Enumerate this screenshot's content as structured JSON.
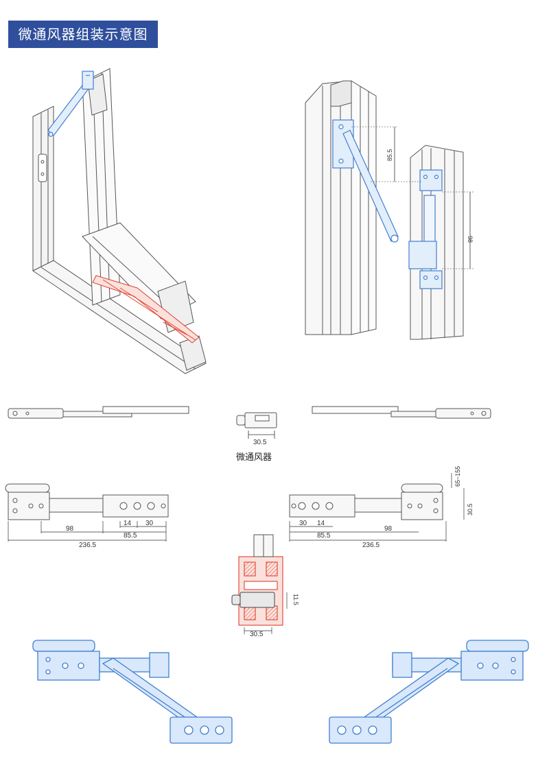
{
  "title": "微通风器组装示意图",
  "caption": "微通风器",
  "colors": {
    "title_bg": "#2f4f9c",
    "title_text": "#ffffff",
    "line": "#555555",
    "blue_part": "#3f7fd1",
    "blue_fill": "#d9e8fa",
    "red_section": "#e0402e"
  },
  "frame_dims": {
    "top": "85.5",
    "bottom": "98"
  },
  "center_dim": "30.5",
  "left_dims": {
    "d1": "98",
    "d2": "85.5",
    "d3": "14",
    "d4": "30",
    "total": "236.5"
  },
  "right_dims": {
    "d1": "30",
    "d2": "14",
    "d3": "85.5",
    "d4": "98",
    "total": "236.5",
    "h1": "65~155",
    "h2": "30.5"
  },
  "section_dims": {
    "width": "30.5",
    "height": "11.5"
  }
}
